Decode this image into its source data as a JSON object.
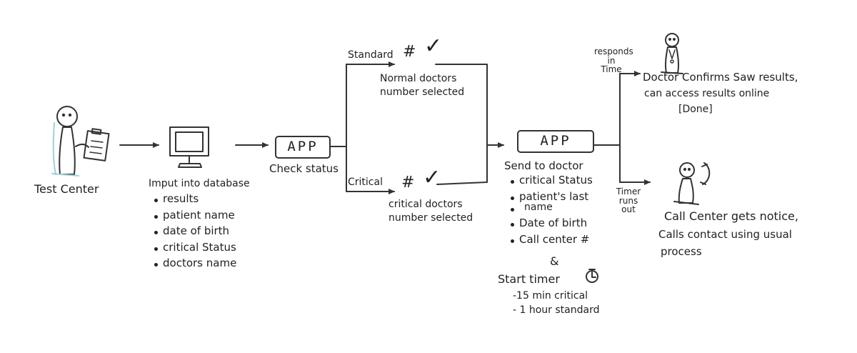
{
  "diagram": {
    "test_center": {
      "label": "Test Center"
    },
    "input": {
      "title": "Imput into database",
      "items": [
        "results",
        "patient name",
        "date of birth",
        "critical Status",
        "doctors name"
      ]
    },
    "app_check": {
      "box_label": "APP",
      "caption": "Check status"
    },
    "standard_branch": {
      "label": "Standard",
      "symbol": "#",
      "check": "✓",
      "line1": "Normal doctors",
      "line2": "number selected"
    },
    "critical_branch": {
      "label": "Critical",
      "symbol": "#",
      "check": "✓",
      "line1": "critical doctors",
      "line2": "number selected"
    },
    "app_send": {
      "box_label": "APP",
      "title": "Send to doctor",
      "items": [
        "critical Status",
        "patient's last",
        "Date of birth",
        "Call center #"
      ],
      "item2_cont": "name"
    },
    "timer": {
      "amp": "&",
      "title": "Start timer",
      "items": [
        "-15 min critical",
        "- 1 hour standard"
      ]
    },
    "responds": {
      "line1": "responds",
      "line2": "in",
      "line3": "Time"
    },
    "timer_out": {
      "line1": "Timer",
      "line2": "runs",
      "line3": "out"
    },
    "doctor_outcome": {
      "line1": "Doctor Confirms Saw results,",
      "line2": "can access results online",
      "line3": "[Done]"
    },
    "call_center_outcome": {
      "line1": "Call Center gets notice,",
      "line2": "Calls contact using usual",
      "line3": "process"
    },
    "icons": [
      "person-icon",
      "clipboard-icon",
      "monitor-icon",
      "check-icon",
      "timer-icon",
      "doctor-icon",
      "phone-icon"
    ],
    "ink_color": "#222222"
  }
}
